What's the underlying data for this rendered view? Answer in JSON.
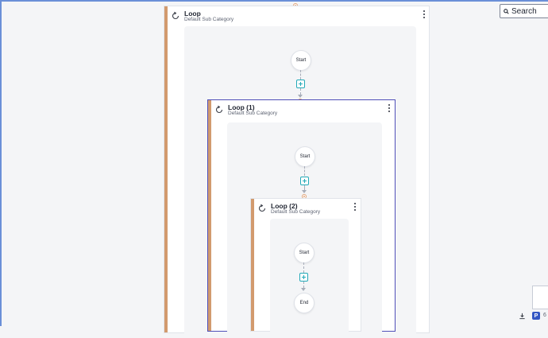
{
  "search": {
    "label": "Search"
  },
  "loops": [
    {
      "title": "Loop",
      "subtitle": "Default Sub Category",
      "start_label": "Start"
    },
    {
      "title": "Loop (1)",
      "subtitle": "Default Sub Category",
      "start_label": "Start"
    },
    {
      "title": "Loop (2)",
      "subtitle": "Default Sub Category",
      "start_label": "Start",
      "end_label": "End"
    }
  ],
  "controls": {
    "badge": "P",
    "truncated_text": "6"
  },
  "icons": {
    "search": "search-icon",
    "loop": "loop-icon",
    "menu": "more-vertical-icon",
    "add": "plus-icon",
    "download": "download-icon"
  },
  "colors": {
    "accent": "#22a9b8",
    "loop_bar": "#d29a6e",
    "selected": "#4f4fb8",
    "canvas": "#f4f5f7"
  }
}
